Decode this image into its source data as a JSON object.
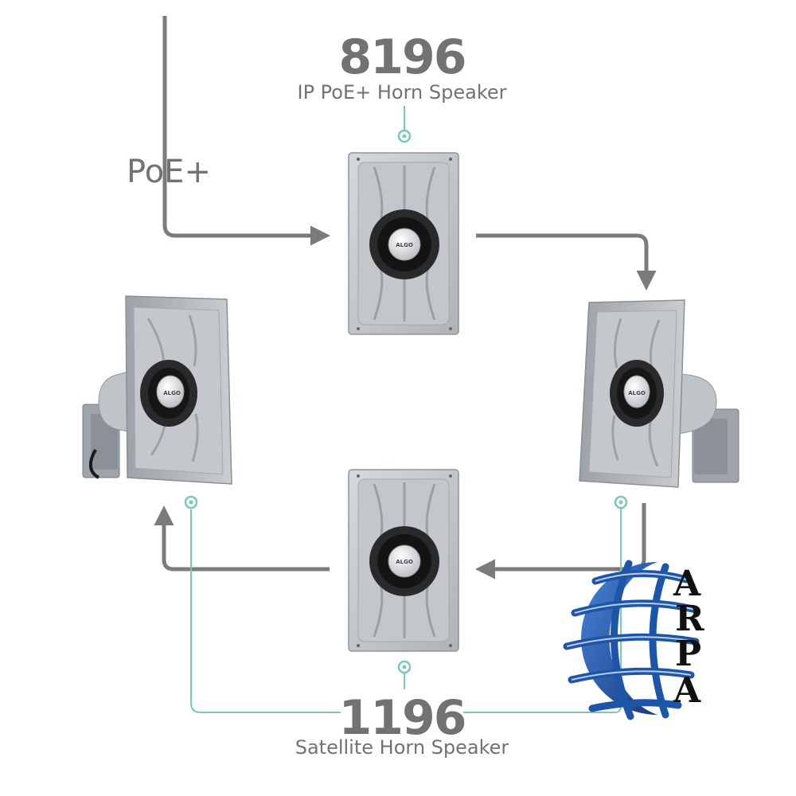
{
  "primary": {
    "model": "8196",
    "description": "IP PoE+ Horn Speaker"
  },
  "input": {
    "label": "PoE+"
  },
  "satellite": {
    "model": "1196",
    "description": "Satellite Horn Speaker"
  },
  "speaker_brand": "ALGO",
  "watermark": {
    "letters": [
      "A",
      "R",
      "P",
      "A"
    ]
  },
  "colors": {
    "flow_arrow": "#7b7b7b",
    "connector": "#7cc7b9",
    "horn_body": "#c9cdd0",
    "driver": "#1f1f1f",
    "globe": "#1d55a8"
  }
}
